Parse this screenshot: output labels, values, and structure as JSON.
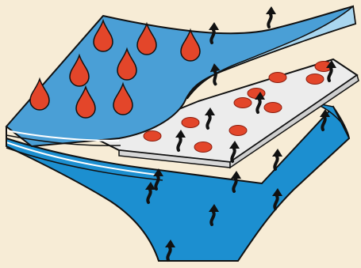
{
  "colors": {
    "background": "#f7ecd6",
    "outer_fabric": "#4a9fd6",
    "outer_fabric_light": "#a9d6ef",
    "inner_fabric": "#1c8fd0",
    "membrane": "#ececec",
    "membrane_pore": "#e3462a",
    "water_drop": "#e3462a",
    "vapour_arrow": "#111111",
    "outline": "#111111"
  },
  "icons": {
    "water_drop": "raindrop-icon",
    "vapour_arrow": "wavy-up-arrow-icon"
  },
  "layers": [
    {
      "role": "outer-fabric"
    },
    {
      "role": "breathable-membrane"
    },
    {
      "role": "inner-lining"
    }
  ]
}
